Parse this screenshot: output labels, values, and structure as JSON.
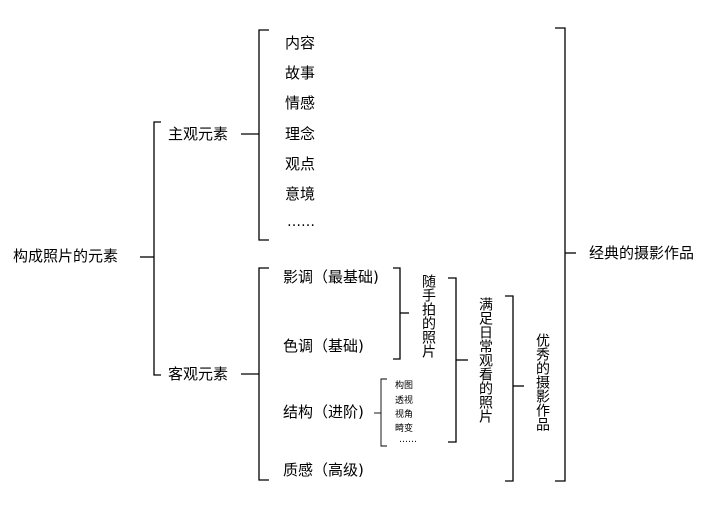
{
  "root": {
    "label": "构成照片的元素"
  },
  "result": {
    "label": "经典的摄影作品"
  },
  "subjective": {
    "label": "主观元素",
    "items": [
      "内容",
      "故事",
      "情感",
      "理念",
      "观点",
      "意境",
      "……"
    ]
  },
  "objective": {
    "label": "客观元素",
    "items": [
      "影调（最基础)",
      "色调（基础)",
      "结构（进阶)",
      "质感（高级)"
    ],
    "structure_sub": [
      "构图",
      "透视",
      "视角",
      "畸变",
      "……"
    ]
  },
  "levels": {
    "casual": "随手拍的照片",
    "daily": "满足日常观看的照片",
    "excellent": "优秀的摄影作品"
  }
}
